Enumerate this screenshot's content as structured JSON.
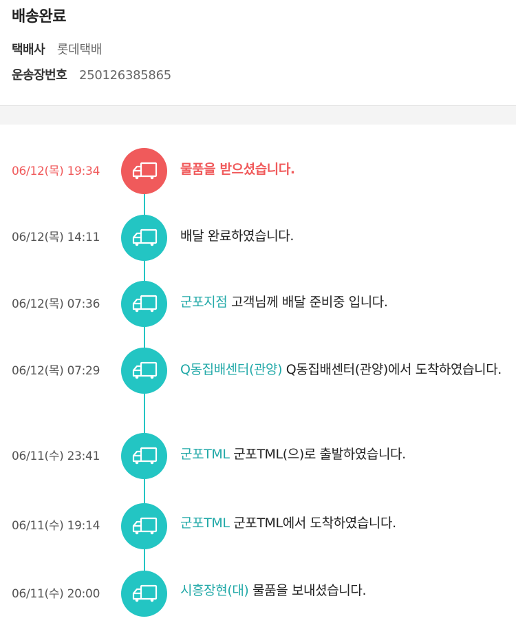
{
  "header": {
    "status_title": "배송완료",
    "courier_label": "택배사",
    "courier_value": "롯데택배",
    "invoice_label": "운송장번호",
    "invoice_value": "250126385865"
  },
  "colors": {
    "accent": "#23c5c3",
    "current": "#f05a5b",
    "location_text": "#22a9a8"
  },
  "timeline": {
    "icon": "delivery-truck-icon",
    "events": [
      {
        "time": "06/12(목) 19:34",
        "location": "",
        "message": "물품을 받으셨습니다.",
        "current": true
      },
      {
        "time": "06/12(목) 14:11",
        "location": "",
        "message": "배달 완료하였습니다.",
        "current": false
      },
      {
        "time": "06/12(목) 07:36",
        "location": "군포지점",
        "message": "고객님께 배달 준비중 입니다.",
        "current": false
      },
      {
        "time": "06/12(목) 07:29",
        "location": "Q동집배센터(관양)",
        "message": "Q동집배센터(관양)에서 도착하였습니다.",
        "current": false
      },
      {
        "time": "06/11(수) 23:41",
        "location": "군포TML",
        "message": "군포TML(으)로 출발하였습니다.",
        "current": false
      },
      {
        "time": "06/11(수) 19:14",
        "location": "군포TML",
        "message": "군포TML에서 도착하였습니다.",
        "current": false
      },
      {
        "time": "06/11(수) 20:00",
        "location": "시흥장현(대)",
        "message": "물품을 보내셨습니다.",
        "current": false
      }
    ]
  }
}
